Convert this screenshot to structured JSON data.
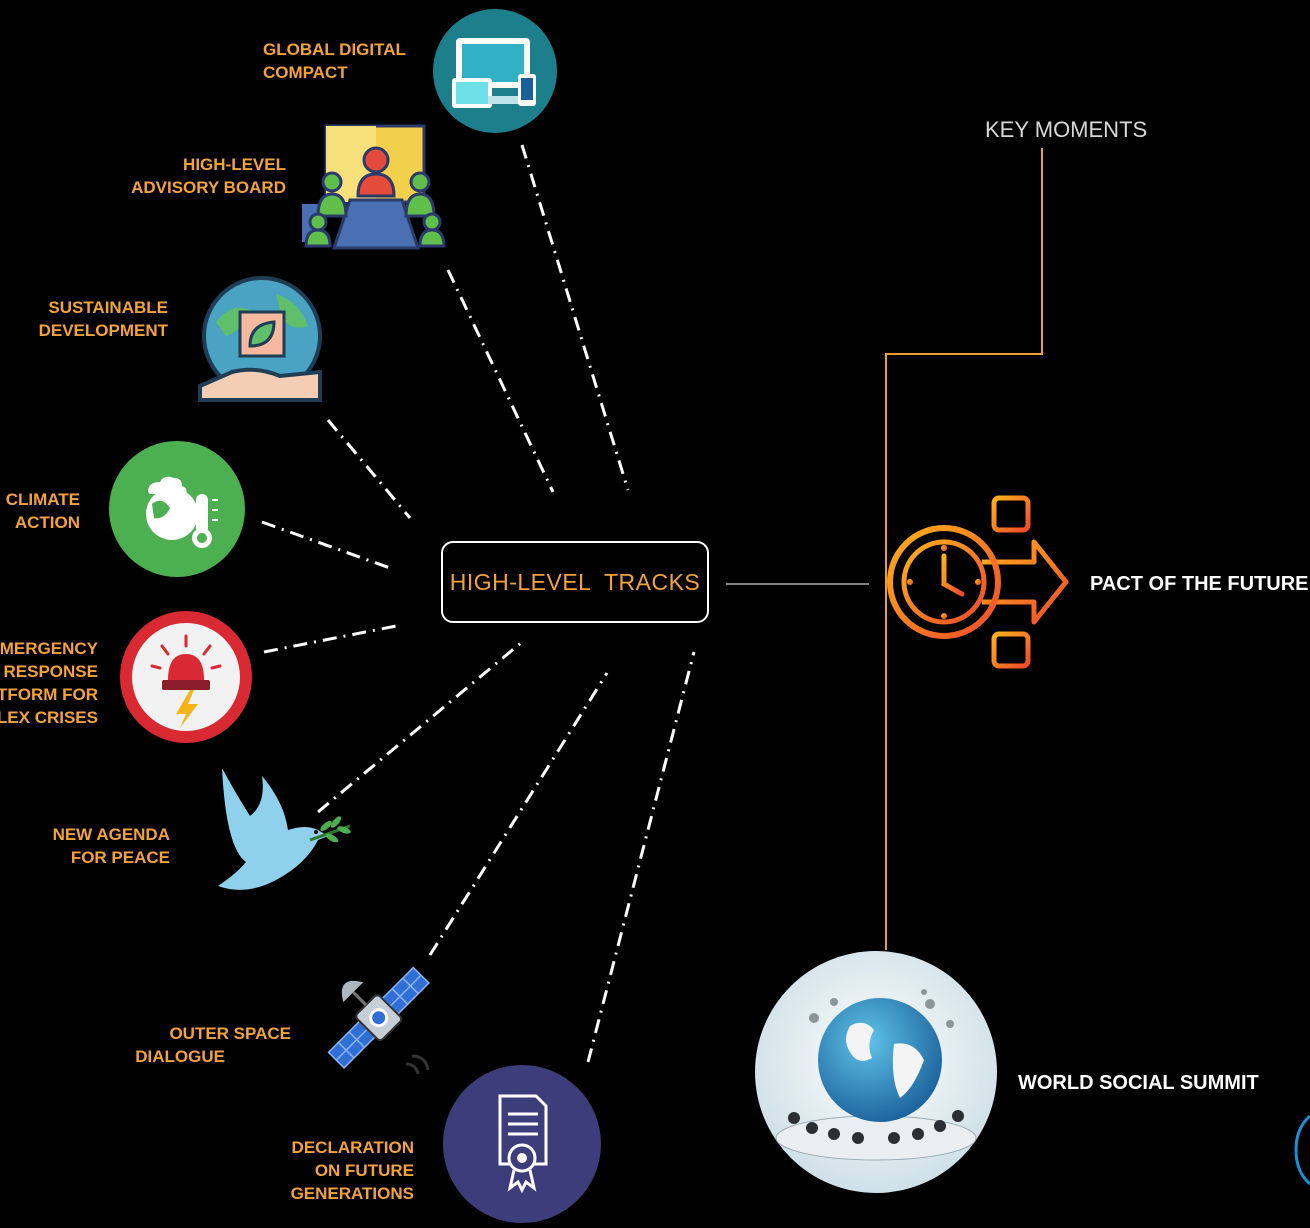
{
  "center": {
    "label": "HIGH-LEVEL  TRACKS"
  },
  "key_moments": {
    "heading": "KEY MOMENTS",
    "items": [
      {
        "label": "PACT OF THE FUTURE",
        "icon": "clock-arrow-flow-icon"
      },
      {
        "label": "WORLD SOCIAL SUMMIT",
        "icon": "globe-summit-icon"
      }
    ]
  },
  "tracks": [
    {
      "lines": [
        "GLOBAL DIGITAL",
        "COMPACT"
      ],
      "icon": "digital-devices-icon"
    },
    {
      "lines": [
        "HIGH-LEVEL",
        "ADVISORY BOARD"
      ],
      "icon": "board-meeting-icon"
    },
    {
      "lines": [
        "SUSTAINABLE",
        "DEVELOPMENT"
      ],
      "icon": "earth-hand-leaf-icon"
    },
    {
      "lines": [
        "CLIMATE",
        "ACTION"
      ],
      "icon": "earth-thermometer-icon"
    },
    {
      "lines": [
        "EMERGENCY",
        "RESPONSE",
        "PLATFORM FOR",
        "COMPLEX CRISES"
      ],
      "icon": "siren-alert-icon"
    },
    {
      "lines": [
        "NEW AGENDA",
        "FOR PEACE"
      ],
      "icon": "dove-icon"
    },
    {
      "lines": [
        "OUTER SPACE",
        "DIALOGUE"
      ],
      "icon": "satellite-icon"
    },
    {
      "lines": [
        "DECLARATION",
        "ON FUTURE",
        "GENERATIONS"
      ],
      "icon": "certificate-icon"
    }
  ],
  "colors": {
    "label": "#f4a23a",
    "timeline": "#f0a030",
    "background": "#000000"
  }
}
